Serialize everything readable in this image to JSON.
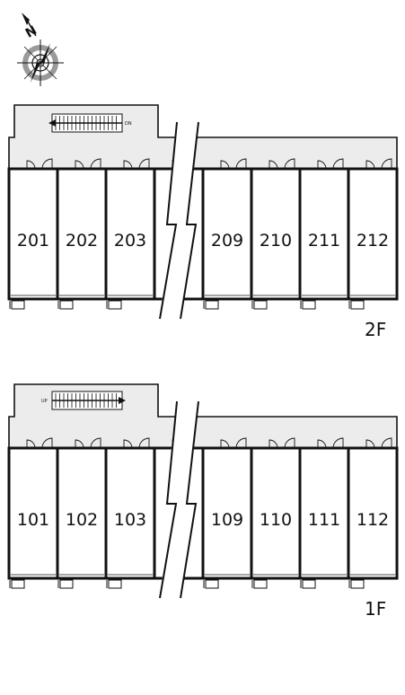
{
  "compass": {
    "letter": "N",
    "icon": "compass-rose-icon"
  },
  "floors": [
    {
      "id": "2F",
      "label": "2F",
      "stair_label": "DN",
      "stair_direction": "left",
      "units": [
        "201",
        "202",
        "203",
        "209",
        "210",
        "211",
        "212"
      ]
    },
    {
      "id": "1F",
      "label": "1F",
      "stair_label": "UP",
      "stair_direction": "right",
      "units": [
        "101",
        "102",
        "103",
        "109",
        "110",
        "111",
        "112"
      ]
    }
  ],
  "colors": {
    "corridor_fill": "#ececec",
    "unit_fill": "#ffffff",
    "wall": "#111111",
    "compass_ring": "#9a9a9a"
  }
}
